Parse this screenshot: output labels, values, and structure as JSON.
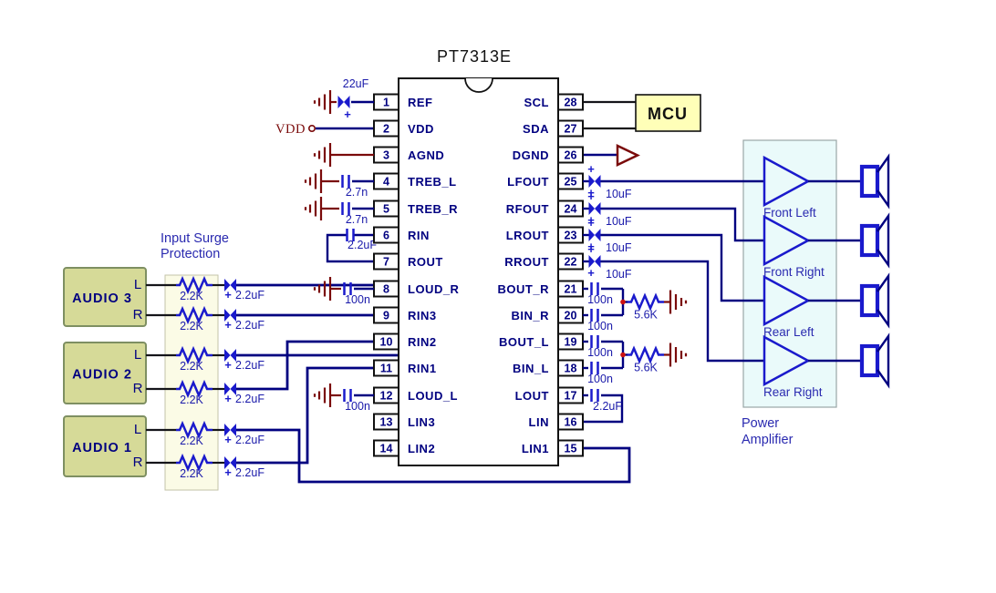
{
  "title": "PT7313E",
  "ic": {
    "left_pins": [
      {
        "num": "1",
        "name": "REF"
      },
      {
        "num": "2",
        "name": "VDD"
      },
      {
        "num": "3",
        "name": "AGND"
      },
      {
        "num": "4",
        "name": "TREB_L"
      },
      {
        "num": "5",
        "name": "TREB_R"
      },
      {
        "num": "6",
        "name": "RIN"
      },
      {
        "num": "7",
        "name": "ROUT"
      },
      {
        "num": "8",
        "name": "LOUD_R"
      },
      {
        "num": "9",
        "name": "RIN3"
      },
      {
        "num": "10",
        "name": "RIN2"
      },
      {
        "num": "11",
        "name": "RIN1"
      },
      {
        "num": "12",
        "name": "LOUD_L"
      },
      {
        "num": "13",
        "name": "LIN3"
      },
      {
        "num": "14",
        "name": "LIN2"
      }
    ],
    "right_pins": [
      {
        "num": "28",
        "name": "SCL"
      },
      {
        "num": "27",
        "name": "SDA"
      },
      {
        "num": "26",
        "name": "DGND"
      },
      {
        "num": "25",
        "name": "LFOUT"
      },
      {
        "num": "24",
        "name": "RFOUT"
      },
      {
        "num": "23",
        "name": "LROUT"
      },
      {
        "num": "22",
        "name": "RROUT"
      },
      {
        "num": "21",
        "name": "BOUT_R"
      },
      {
        "num": "20",
        "name": "BIN_R"
      },
      {
        "num": "19",
        "name": "BOUT_L"
      },
      {
        "num": "18",
        "name": "BIN_L"
      },
      {
        "num": "17",
        "name": "LOUT"
      },
      {
        "num": "16",
        "name": "LIN"
      },
      {
        "num": "15",
        "name": "LIN1"
      }
    ]
  },
  "mcu_label": "MCU",
  "power_label": "VDD",
  "components": {
    "c22uf": "22uF",
    "c2n7": "2.7n",
    "c2u2": "2.2uF",
    "c100n": "100n",
    "c10uf": "10uF",
    "r2k2": "2.2K",
    "r5k6": "5.6K"
  },
  "surge_protection": {
    "line1": "Input Surge",
    "line2": "Protection"
  },
  "audio_inputs": [
    {
      "name": "AUDIO 3",
      "left": "L",
      "right": "R"
    },
    {
      "name": "AUDIO 2",
      "left": "L",
      "right": "R"
    },
    {
      "name": "AUDIO 1",
      "left": "L",
      "right": "R"
    }
  ],
  "amplifier": {
    "label_line1": "Power",
    "label_line2": "Amplifier",
    "channels": [
      "Front Left",
      "Front Right",
      "Rear Left",
      "Rear Right"
    ]
  },
  "colors": {
    "wire": "#000080",
    "component_blue": "#1a1acc",
    "ground_red": "#7a0a0a",
    "mcu_fill": "#ffffb8",
    "amp_fill": "#eafafa",
    "audio_fill": "#d6da98",
    "strip_fill": "#fbfbe6"
  }
}
